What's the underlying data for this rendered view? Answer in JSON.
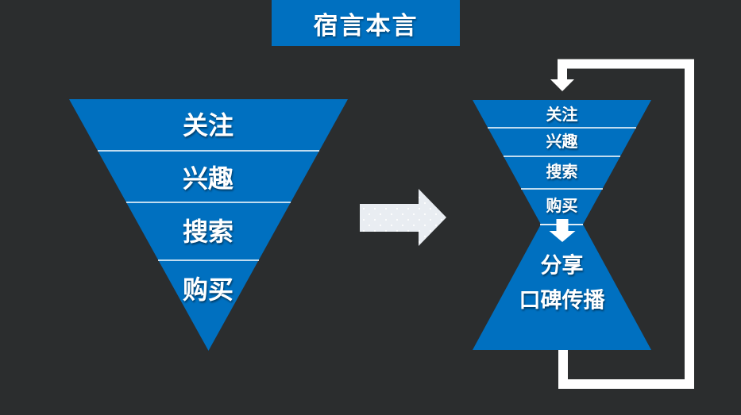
{
  "title": "宿言本言",
  "left_funnel": {
    "stages": [
      "关注",
      "兴趣",
      "搜索",
      "购买"
    ]
  },
  "right_funnel": {
    "stages": [
      "关注",
      "兴趣",
      "搜索",
      "购买"
    ],
    "outcomes": [
      "分享",
      "口碑传播"
    ]
  },
  "colors": {
    "background": "#2b2d2e",
    "accent_blue": "#0070c0",
    "white": "#ffffff",
    "transition_arrow_light": "#e9edf2"
  }
}
